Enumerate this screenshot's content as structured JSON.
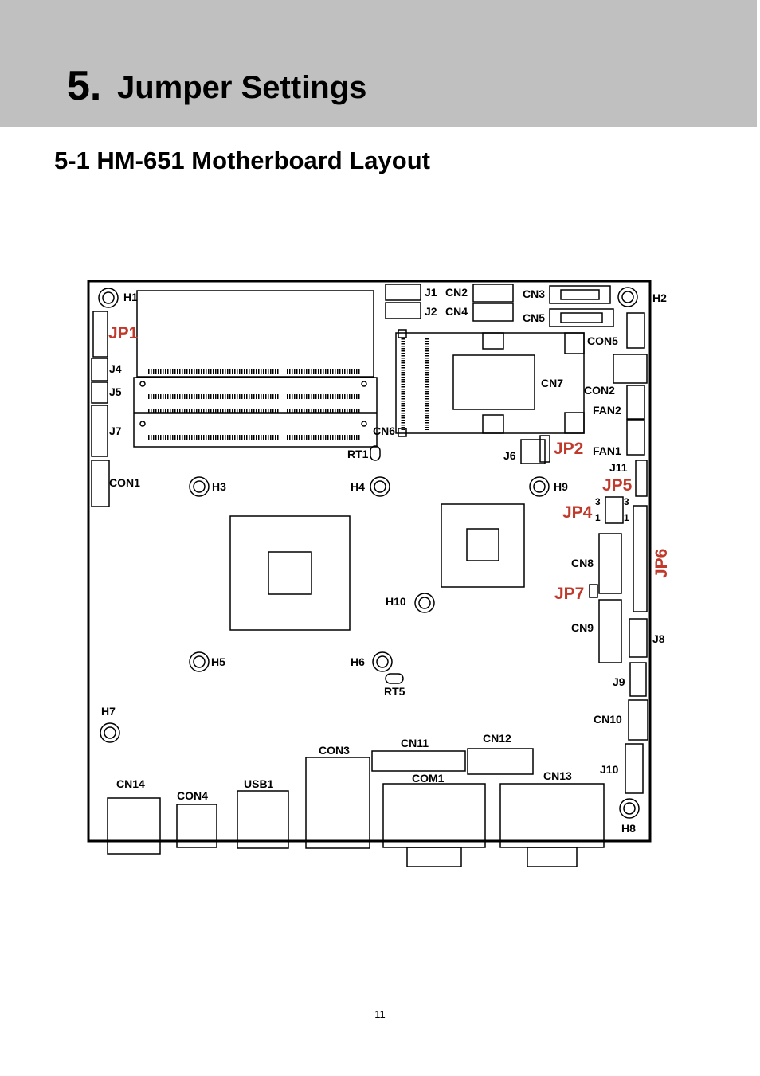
{
  "header": {
    "chapter_number": "5.",
    "chapter_title": "Jumper Settings"
  },
  "section": {
    "title": "5-1 HM-651 Motherboard Layout"
  },
  "board": {
    "labels": {
      "H1": "H1",
      "H2": "H2",
      "H3": "H3",
      "H4": "H4",
      "H5": "H5",
      "H6": "H6",
      "H7": "H7",
      "H8": "H8",
      "H9": "H9",
      "H10": "H10",
      "J1": "J1",
      "J2": "J2",
      "J4": "J4",
      "J5": "J5",
      "J6": "J6",
      "J7": "J7",
      "J8": "J8",
      "J9": "J9",
      "J10": "J10",
      "J11": "J11",
      "CN2": "CN2",
      "CN3": "CN3",
      "CN4": "CN4",
      "CN5": "CN5",
      "CN6": "CN6",
      "CN7": "CN7",
      "CN8": "CN8",
      "CN9": "CN9",
      "CN10": "CN10",
      "CN11": "CN11",
      "CN12": "CN12",
      "CN13": "CN13",
      "CN14": "CN14",
      "CON1": "CON1",
      "CON2": "CON2",
      "CON3": "CON3",
      "CON4": "CON4",
      "CON5": "CON5",
      "FAN1": "FAN1",
      "FAN2": "FAN2",
      "RT1": "RT1",
      "RT5": "RT5",
      "USB1": "USB1",
      "COM1": "COM1",
      "pin3_a": "3",
      "pin3_b": "3",
      "pin1_a": "1",
      "pin1_b": "1"
    },
    "jumpers": {
      "JP1": "JP1",
      "JP2": "JP2",
      "JP4": "JP4",
      "JP5": "JP5",
      "JP6": "JP6",
      "JP7": "JP7"
    },
    "jumper_color": "#c0392b"
  },
  "footer": {
    "page_number": "11"
  }
}
